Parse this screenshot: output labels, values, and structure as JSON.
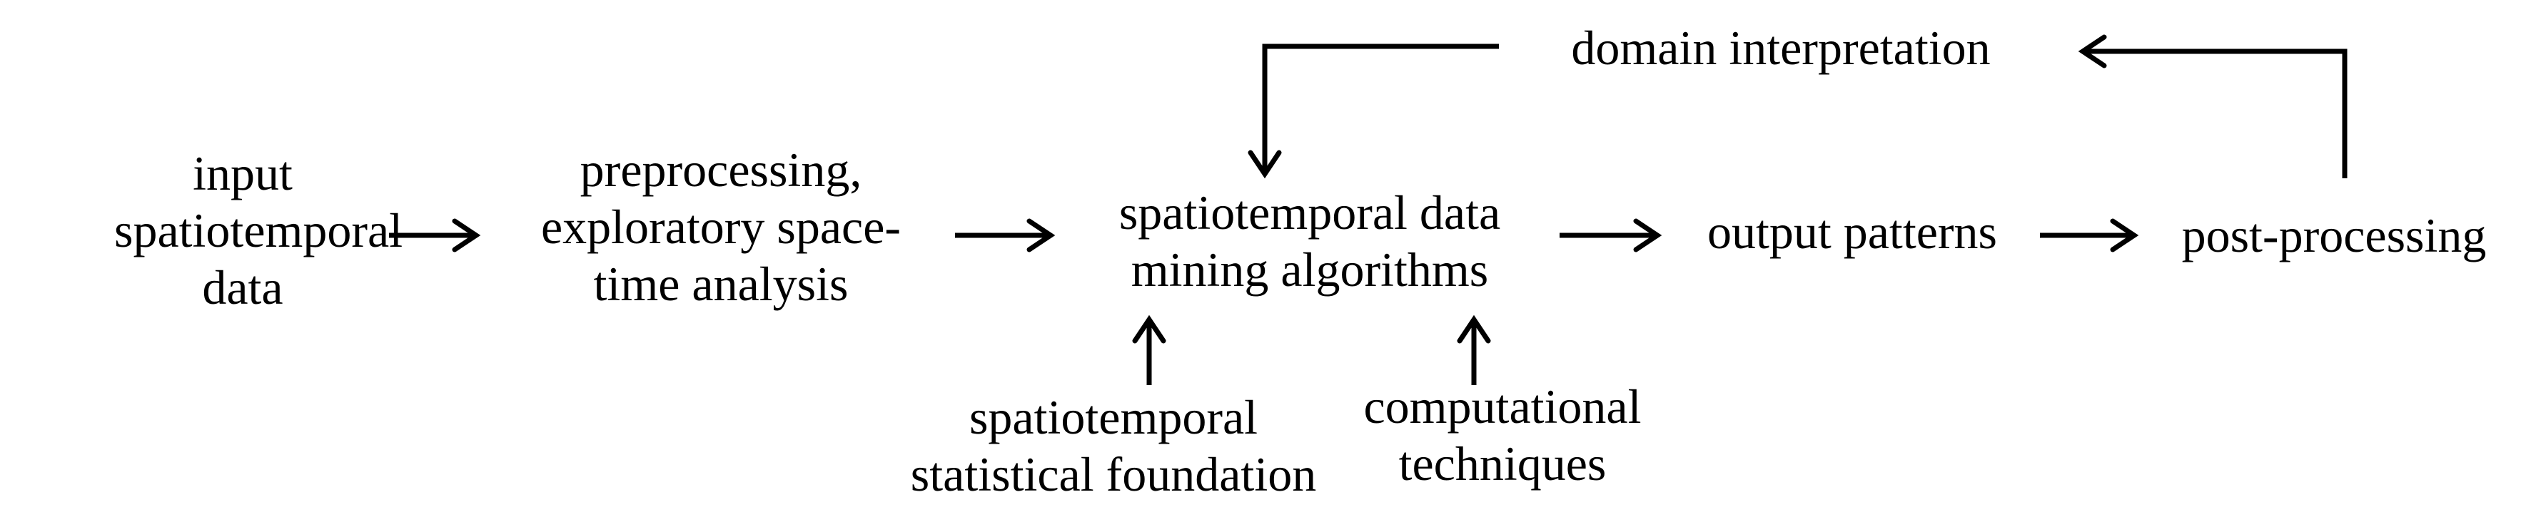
{
  "nodes": {
    "input": {
      "lines": [
        "input",
        "spatiotemporal",
        "data"
      ]
    },
    "preprocessing": {
      "lines": [
        "preprocessing,",
        "exploratory space-",
        "time analysis"
      ]
    },
    "mining": {
      "lines": [
        "spatiotemporal data",
        "mining algorithms"
      ]
    },
    "output": {
      "lines": [
        "output patterns"
      ]
    },
    "postprocessing": {
      "lines": [
        "post-processing"
      ]
    },
    "interpretation": {
      "lines": [
        "domain interpretation"
      ]
    },
    "statistical": {
      "lines": [
        "spatiotemporal",
        "statistical foundation"
      ]
    },
    "computational": {
      "lines": [
        "computational",
        "techniques"
      ]
    }
  },
  "edges": [
    {
      "from": "input",
      "to": "preprocessing"
    },
    {
      "from": "preprocessing",
      "to": "mining"
    },
    {
      "from": "mining",
      "to": "output"
    },
    {
      "from": "output",
      "to": "postprocessing"
    },
    {
      "from": "postprocessing",
      "to": "interpretation"
    },
    {
      "from": "interpretation",
      "to": "mining"
    },
    {
      "from": "statistical",
      "to": "mining"
    },
    {
      "from": "computational",
      "to": "mining"
    }
  ],
  "colors": {
    "ink": "#000000",
    "background": "#ffffff"
  }
}
